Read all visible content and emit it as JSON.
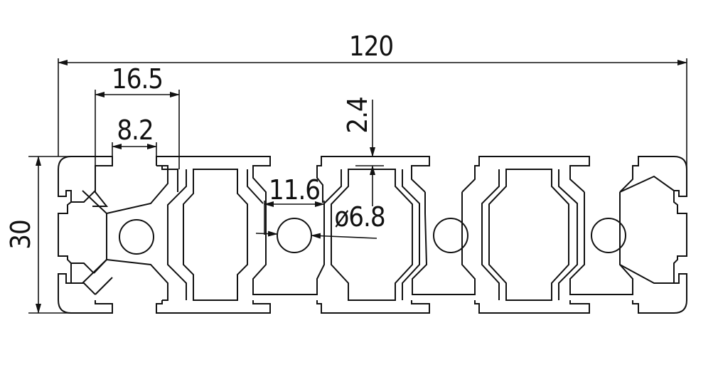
{
  "dimensions": {
    "overall_width": "120",
    "slot_outer_width": "16.5",
    "slot_opening": "8.2",
    "wall_thickness": "2.4",
    "core_width": "11.6",
    "bore_diameter": "ø6.8",
    "height": "30"
  },
  "colors": {
    "line": "#111111",
    "background": "#ffffff"
  }
}
